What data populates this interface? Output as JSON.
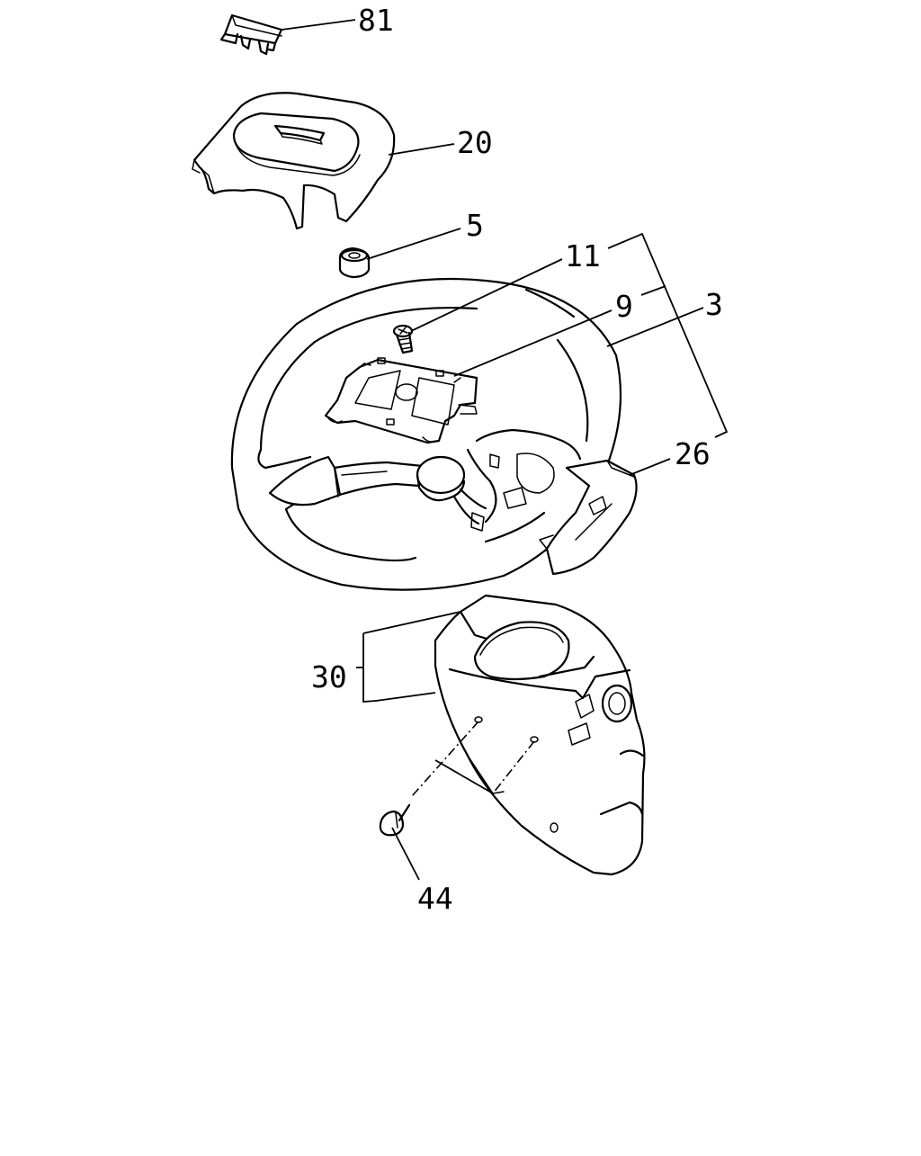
{
  "diagram": {
    "callouts": [
      {
        "id": "81",
        "label": "81"
      },
      {
        "id": "20",
        "label": "20"
      },
      {
        "id": "5",
        "label": "5"
      },
      {
        "id": "11",
        "label": "11"
      },
      {
        "id": "9",
        "label": "9"
      },
      {
        "id": "3",
        "label": "3"
      },
      {
        "id": "26",
        "label": "26"
      },
      {
        "id": "30",
        "label": "30"
      },
      {
        "id": "44",
        "label": "44"
      }
    ]
  }
}
